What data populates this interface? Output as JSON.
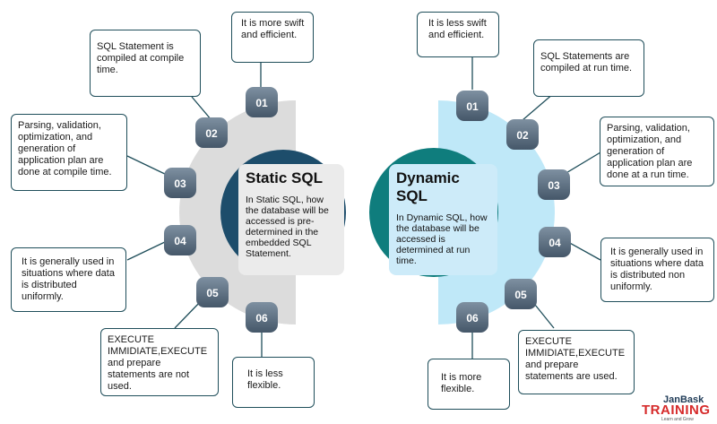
{
  "static": {
    "title": "Static SQL",
    "description": "In Static SQL, how the database will be accessed is pre-determined in the embedded SQL Statement.",
    "badges": [
      "01",
      "02",
      "03",
      "04",
      "05",
      "06"
    ],
    "points": [
      "It is more swift and efficient.",
      "SQL Statement is compiled at compile time.",
      "Parsing, validation, optimization, and generation of application plan are done at compile time.",
      "It is generally used in situations where data is distributed uniformly.",
      "EXECUTE IMMIDIATE,EXECUTE and prepare statements are not used.",
      "It is less flexible."
    ]
  },
  "dynamic": {
    "title": "Dynamic SQL",
    "description": "In Dynamic SQL, how the database will be accessed is determined at run time.",
    "badges": [
      "01",
      "02",
      "03",
      "04",
      "05",
      "06"
    ],
    "points": [
      "It is less swift and efficient.",
      "SQL Statements are compiled at run time.",
      "Parsing, validation, optimization, and generation of application plan are done at a run time.",
      "It is generally used in situations where data is distributed non uniformly.",
      "EXECUTE IMMIDIATE,EXECUTE and prepare statements are used.",
      "It is more flexible."
    ]
  },
  "logo": {
    "brand_top": "JanBask",
    "brand_main": "TRAINING",
    "tagline": "Learn and Grow"
  },
  "colors": {
    "static_ring": "#1d4d6b",
    "static_half": "#dcdcdc",
    "dynamic_ring": "#0f7d7d",
    "dynamic_half": "#bfe8f8",
    "badge": "#5b6f82",
    "connector": "#1f4e5a"
  }
}
